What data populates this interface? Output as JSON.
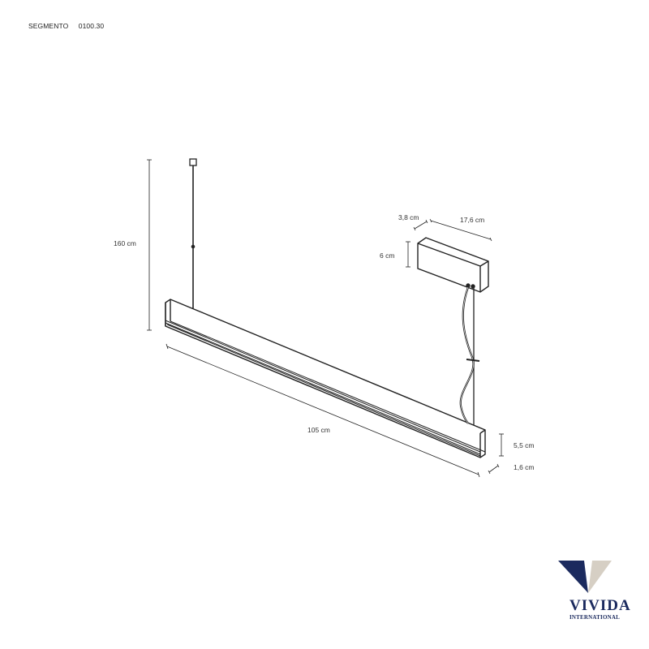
{
  "header": {
    "product_name": "SEGMENTO",
    "product_code": "0100.30"
  },
  "dimensions": {
    "height_total": "160 cm",
    "length": "105 cm",
    "profile_height": "5,5 cm",
    "profile_width": "1,6 cm",
    "canopy_depth": "3,8 cm",
    "canopy_length": "17,6 cm",
    "canopy_height": "6 cm"
  },
  "logo": {
    "brand": "VIVIDA",
    "subtitle": "INTERNATIONAL",
    "colors": {
      "navy": "#1b2a5e",
      "beige": "#d6cfc4"
    }
  }
}
